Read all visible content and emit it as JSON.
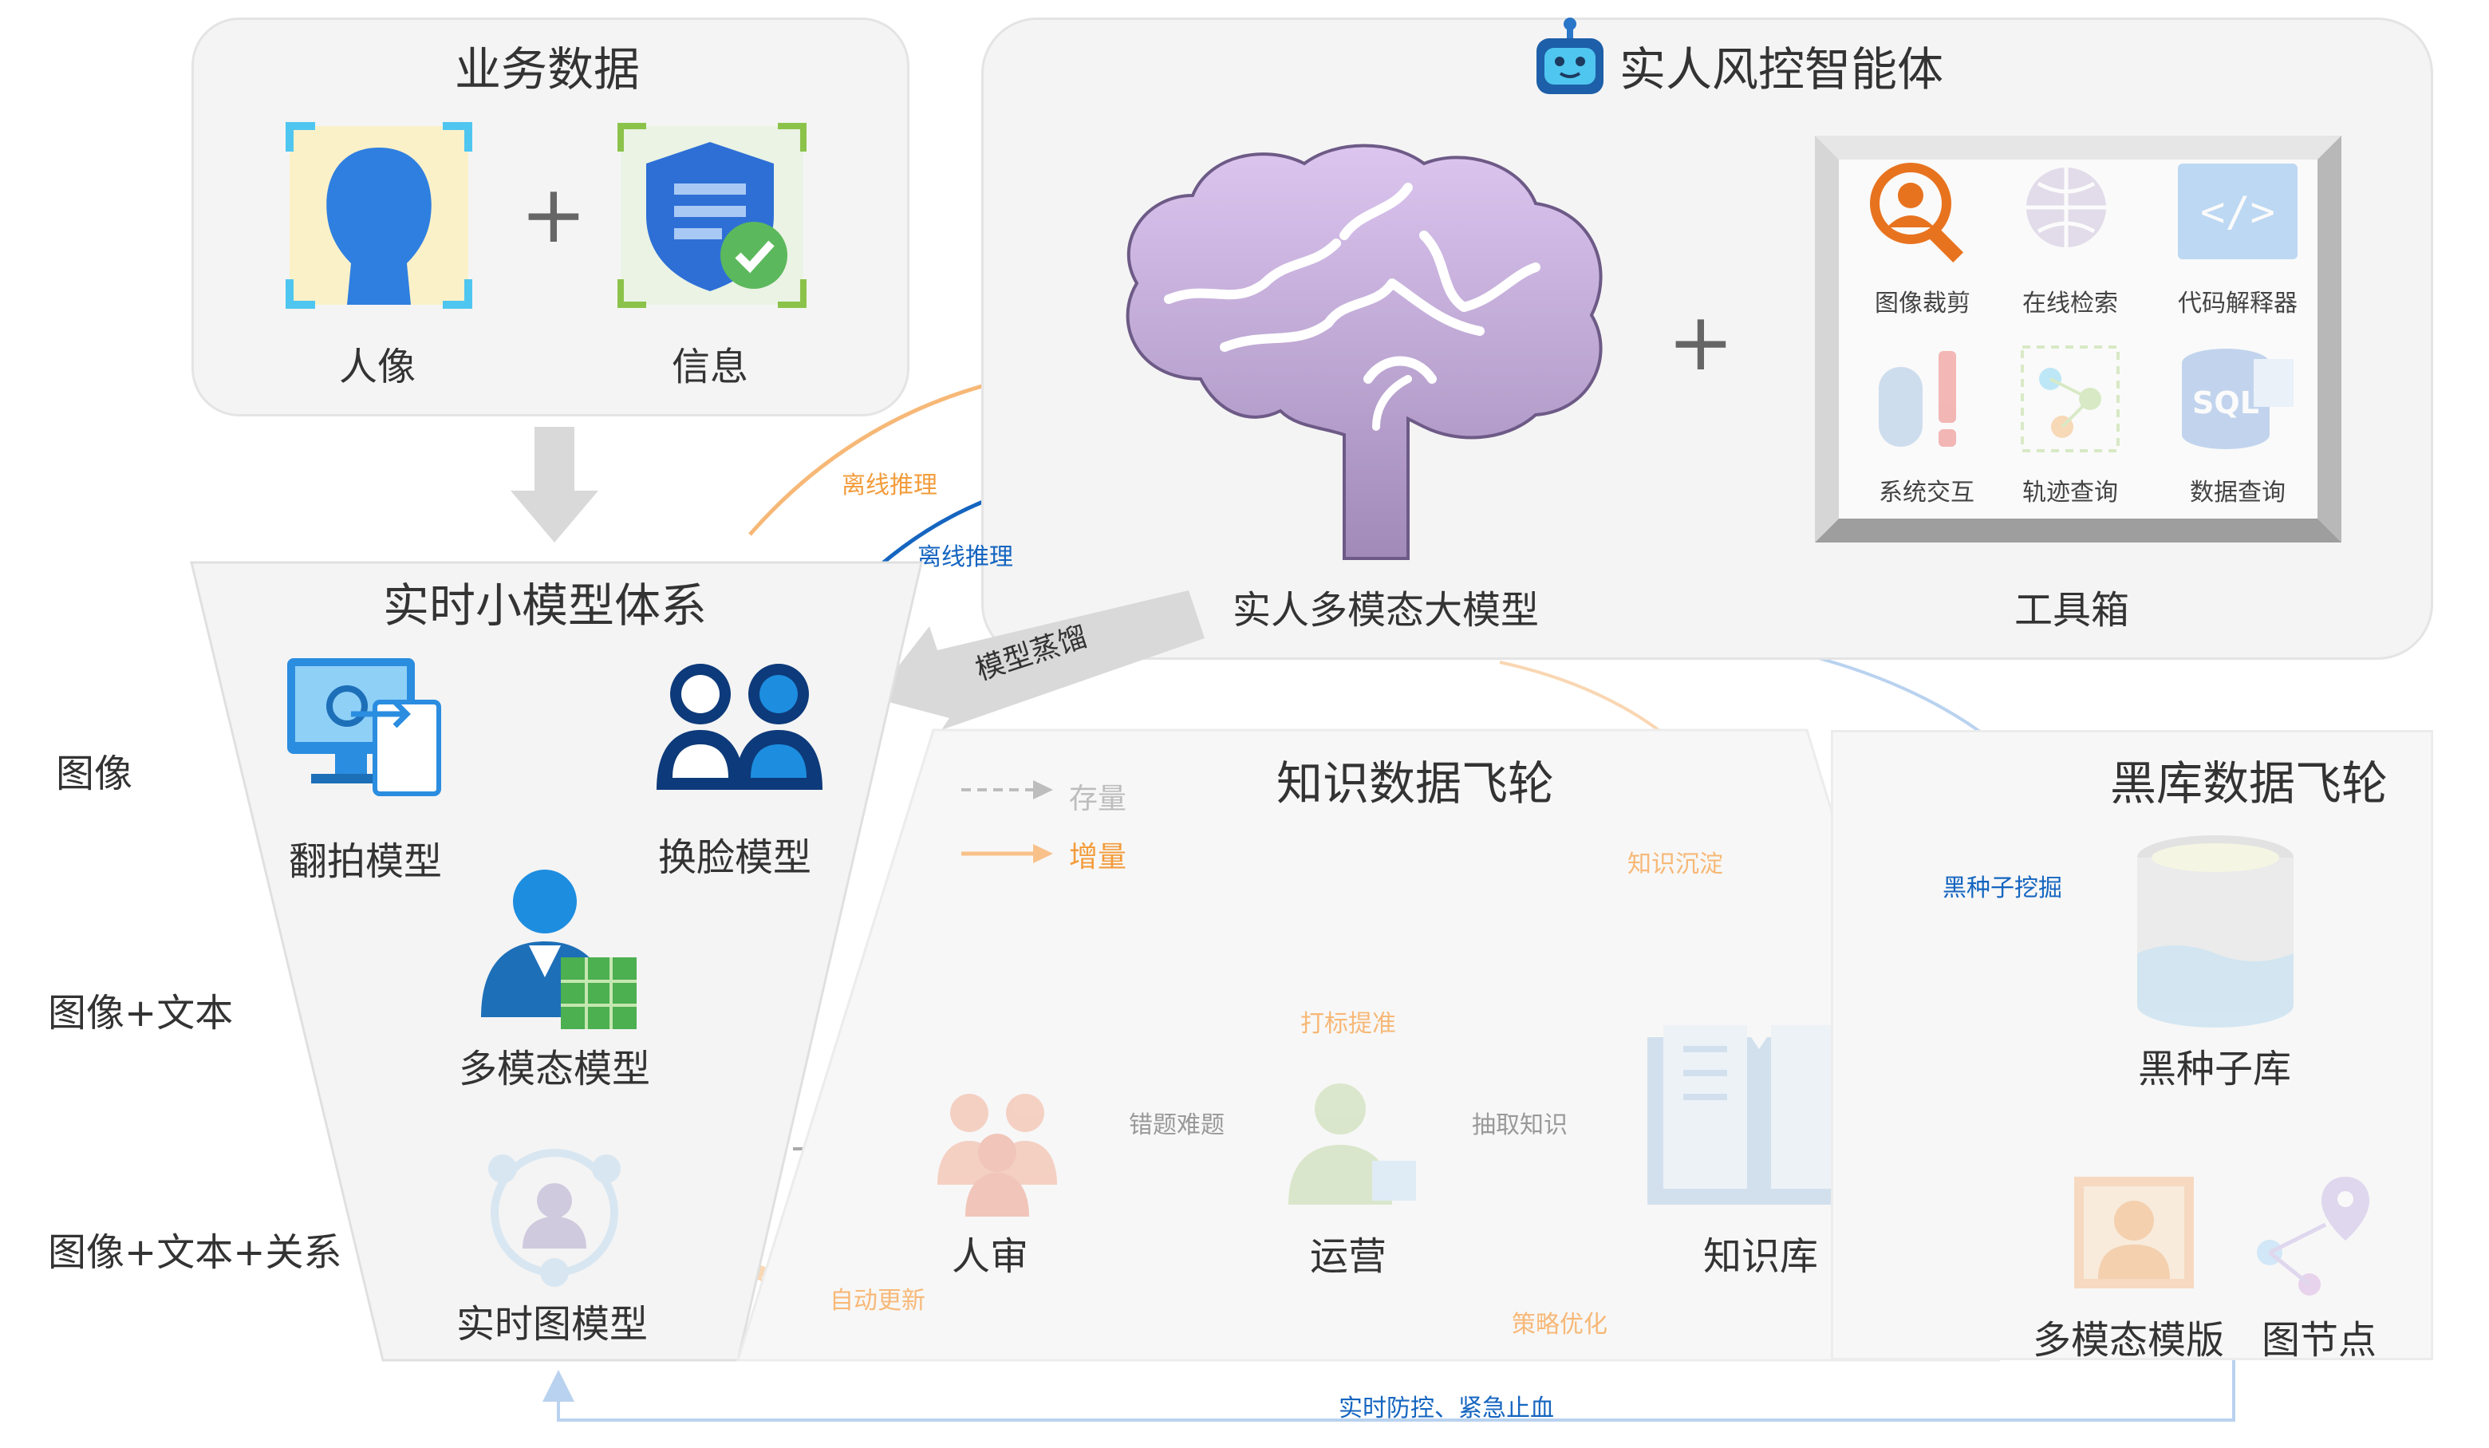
{
  "business": {
    "title": "业务数据",
    "portrait": "人像",
    "info": "信息"
  },
  "agent": {
    "title": "实人风控智能体",
    "model_label": "实人多模态大模型",
    "toolbox_label": "工具箱"
  },
  "tools": [
    "图像裁剪",
    "在线检索",
    "代码解释器",
    "系统交互",
    "轨迹查询",
    "数据查询"
  ],
  "small_models": {
    "title": "实时小模型体系",
    "rows": [
      "图像",
      "图像+文本",
      "图像+文本+关系"
    ],
    "models": [
      "翻拍模型",
      "换脸模型",
      "多模态模型",
      "实时图模型"
    ]
  },
  "arrows": {
    "offline_1": "离线推理",
    "offline_2": "离线推理",
    "distill": "模型蒸馏",
    "realtime": "实时防控、紧急止血"
  },
  "knowledge": {
    "title": "知识数据飞轮",
    "legend_stock": "存量",
    "legend_increment": "增量",
    "sediment": "知识沉淀",
    "labeling": "打标提准",
    "wrong": "错题难题",
    "extract": "抽取知识",
    "review": "人审",
    "ops": "运营",
    "library": "知识库",
    "auto_update": "自动更新",
    "strategy": "策略优化"
  },
  "blacklib": {
    "title": "黑库数据飞轮",
    "mining": "黑种子挖掘",
    "seed_lib": "黑种子库",
    "template": "多模态模版",
    "node": "图节点"
  },
  "colors": {
    "orange": "#f39c3c",
    "blue": "#1565c0",
    "gray_arrow": "#d9d9d9",
    "brain": "#c9b4dc"
  }
}
